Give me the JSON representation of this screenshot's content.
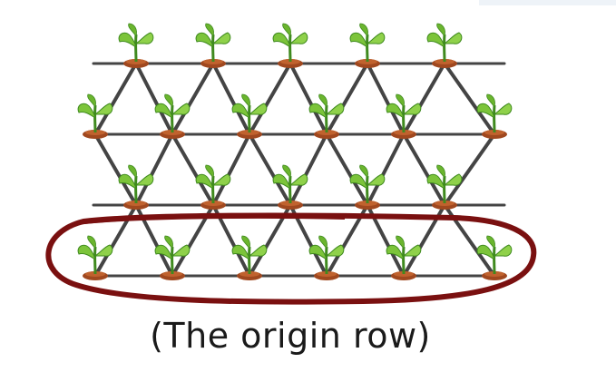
{
  "caption": "(The origin row)",
  "grid": {
    "row_count": 4,
    "plants_per_row": [
      5,
      6,
      5,
      6
    ],
    "highlighted_row": 4
  },
  "colors": {
    "grid_line": "#444444",
    "highlight_ring": "#7a1010",
    "leaf": "#7cc43a",
    "leaf_dark": "#3f8a1e",
    "soil": "#a0481f",
    "soil_dark": "#5e2610"
  },
  "icons": {
    "plant": "seedling-icon",
    "ring": "highlight-ring"
  }
}
